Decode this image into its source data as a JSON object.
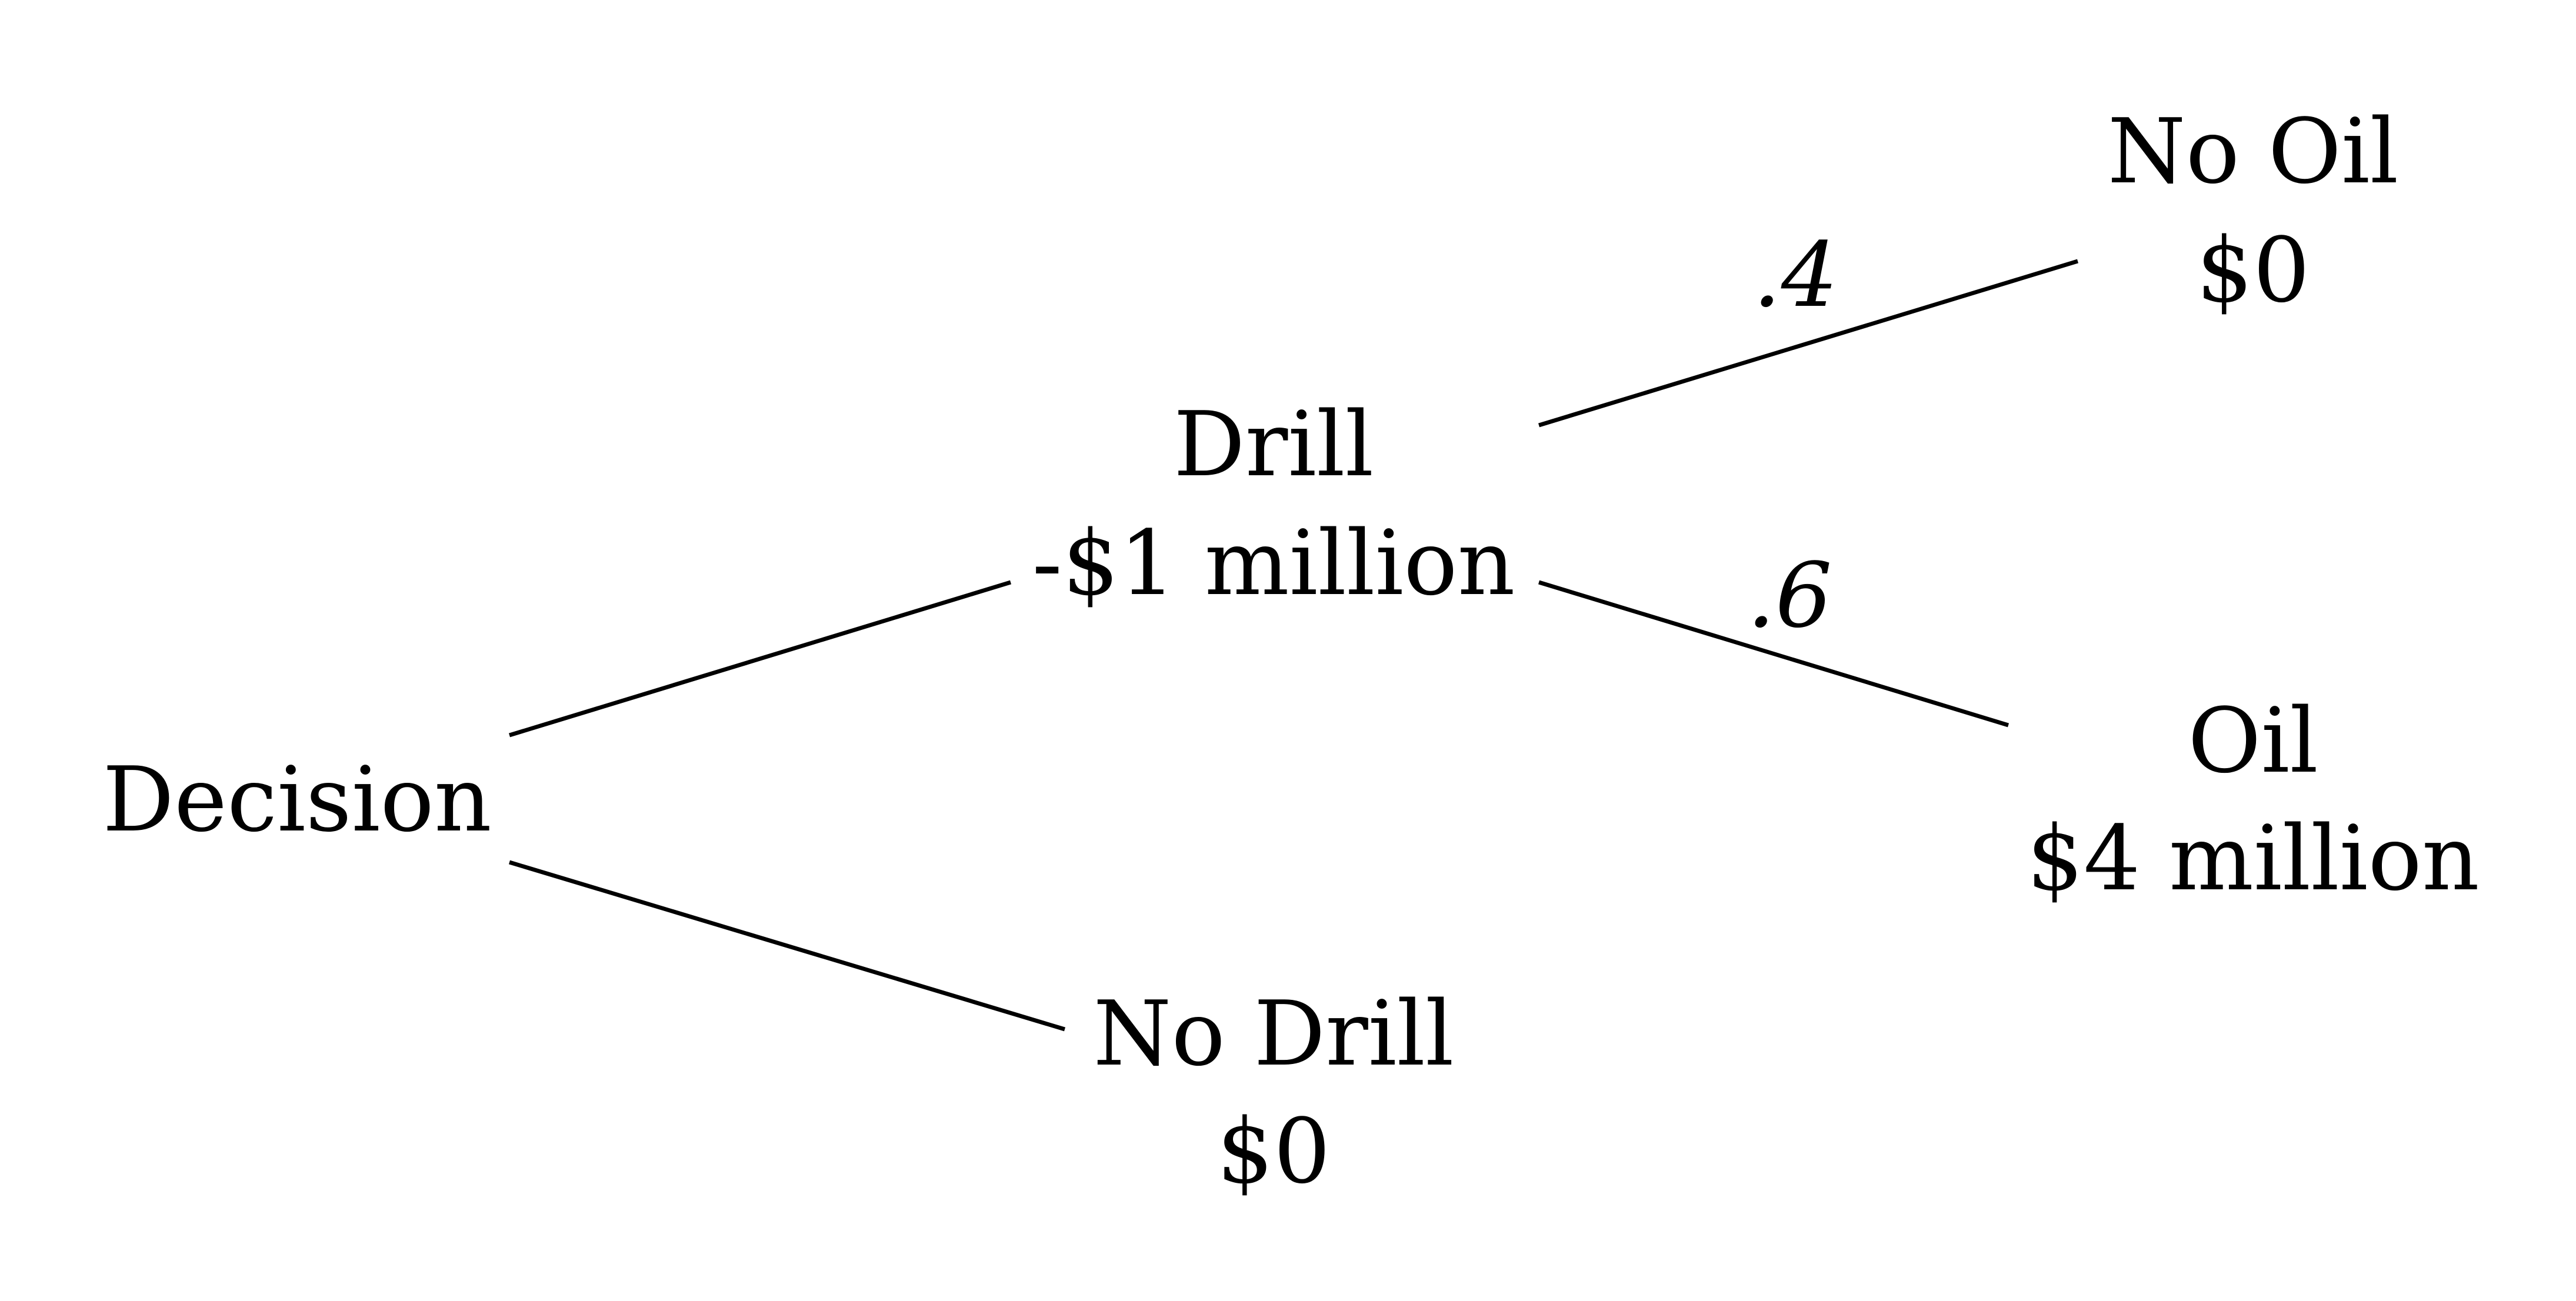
{
  "diagram": {
    "type": "decision-tree",
    "nodes": {
      "decision": {
        "label": "Decision"
      },
      "drill": {
        "label": "Drill",
        "value": "-$1 million"
      },
      "no_drill": {
        "label": "No Drill",
        "value": "$0"
      },
      "no_oil": {
        "label": "No Oil",
        "value": "$0"
      },
      "oil": {
        "label": "Oil",
        "value": "$4 million"
      }
    },
    "edges": [
      {
        "from": "Decision",
        "to": "Drill"
      },
      {
        "from": "Decision",
        "to": "No Drill"
      },
      {
        "from": "Drill",
        "to": "No Oil",
        "probability": ".4"
      },
      {
        "from": "Drill",
        "to": "Oil",
        "probability": ".6"
      }
    ],
    "probabilities": {
      "no_oil": ".4",
      "oil": ".6"
    },
    "colors": {
      "line": "#000000",
      "text": "#000000",
      "background": "#ffffff"
    }
  }
}
